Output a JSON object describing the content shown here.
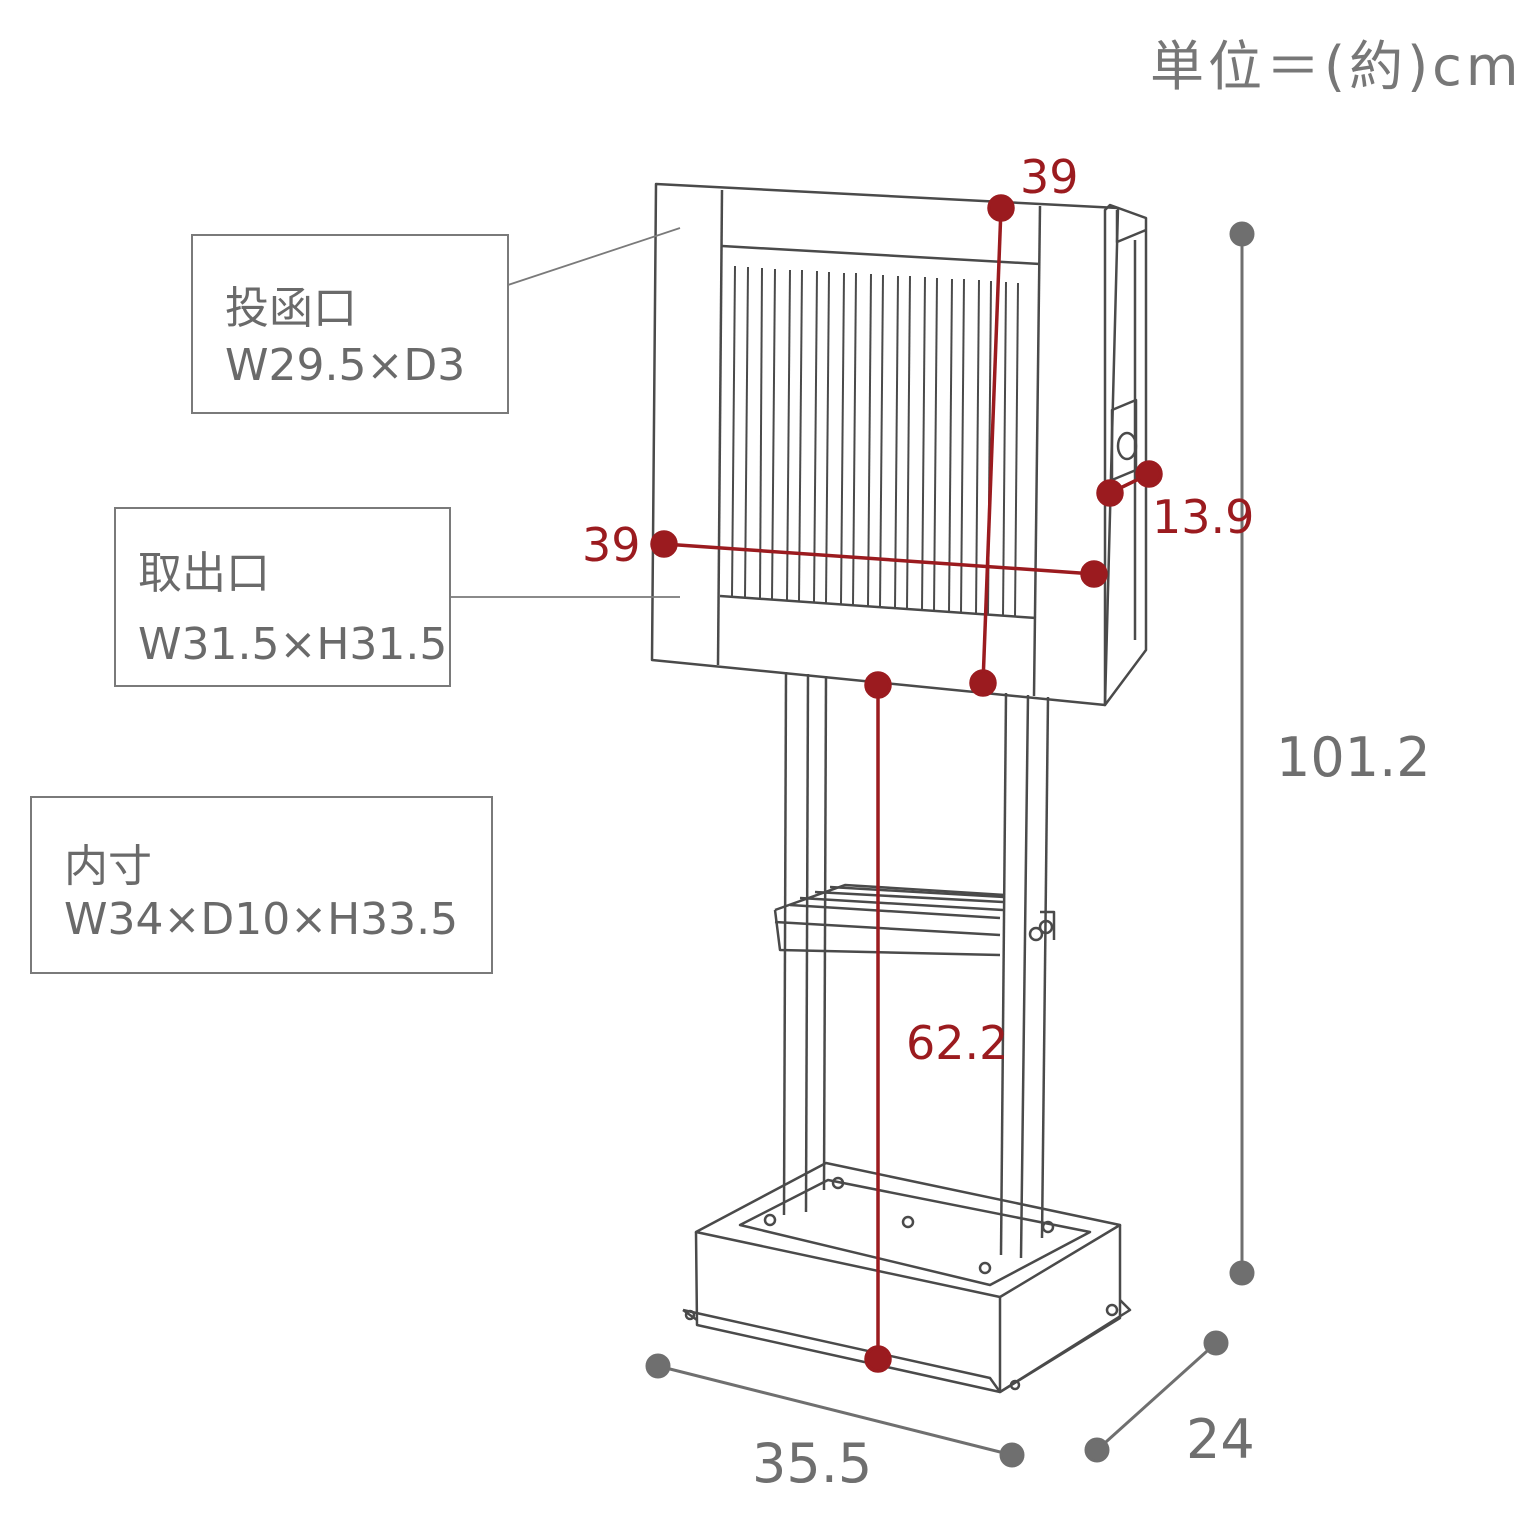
{
  "unit_label": "単位＝(約)cm",
  "specs": {
    "slot": {
      "title": "投函口",
      "size": "W29.5×D3"
    },
    "door": {
      "title": "取出口",
      "size": "W31.5×H31.5"
    },
    "inner": {
      "title": "内寸",
      "size": "W34×D10×H33.5"
    }
  },
  "dimensions": {
    "box_height": "39",
    "box_width": "39",
    "box_depth": "13.9",
    "total_height": "101.2",
    "ground_to_box": "62.2",
    "base_width": "35.5",
    "base_depth": "24"
  },
  "colors": {
    "dimension_accent": "#9b1b1f",
    "dimension_gray": "#6f6f6f",
    "line_art": "#555555"
  }
}
